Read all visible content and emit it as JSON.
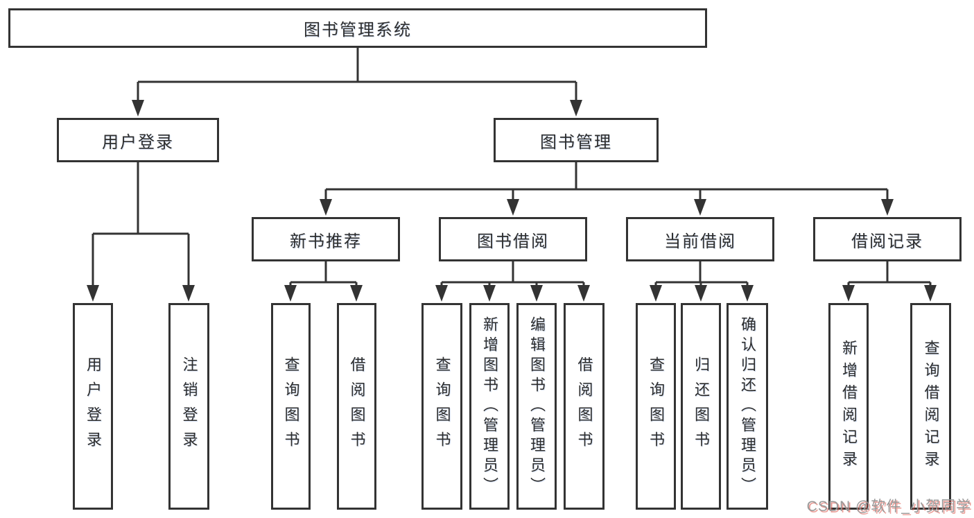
{
  "diagram": {
    "root": "图书管理系统",
    "level1": {
      "user_login": "用户登录",
      "book_management": "图书管理"
    },
    "level2": {
      "new_book_recommend": "新书推荐",
      "book_borrow": "图书借阅",
      "current_borrow": "当前借阅",
      "borrow_records": "借阅记录"
    },
    "leaves": {
      "login": [
        "用户登录",
        "注销登录"
      ],
      "recommend": [
        "查询图书",
        "借阅图书"
      ],
      "borrow": [
        "查询图书",
        "新增图书（管理员）",
        "编辑图书（管理员）",
        "借阅图书"
      ],
      "current": [
        "查询图书",
        "归还图书",
        "确认归还（管理员）"
      ],
      "records": [
        "新增借阅记录",
        "查询借阅记录"
      ]
    }
  },
  "colors": {
    "line": "#333333",
    "box_background": "#ffffff",
    "text": "#2d2d2d",
    "watermark_gray": "#999999",
    "watermark_red": "#db5046"
  },
  "watermark": {
    "text": "CSDN @软件_小贺同学"
  }
}
